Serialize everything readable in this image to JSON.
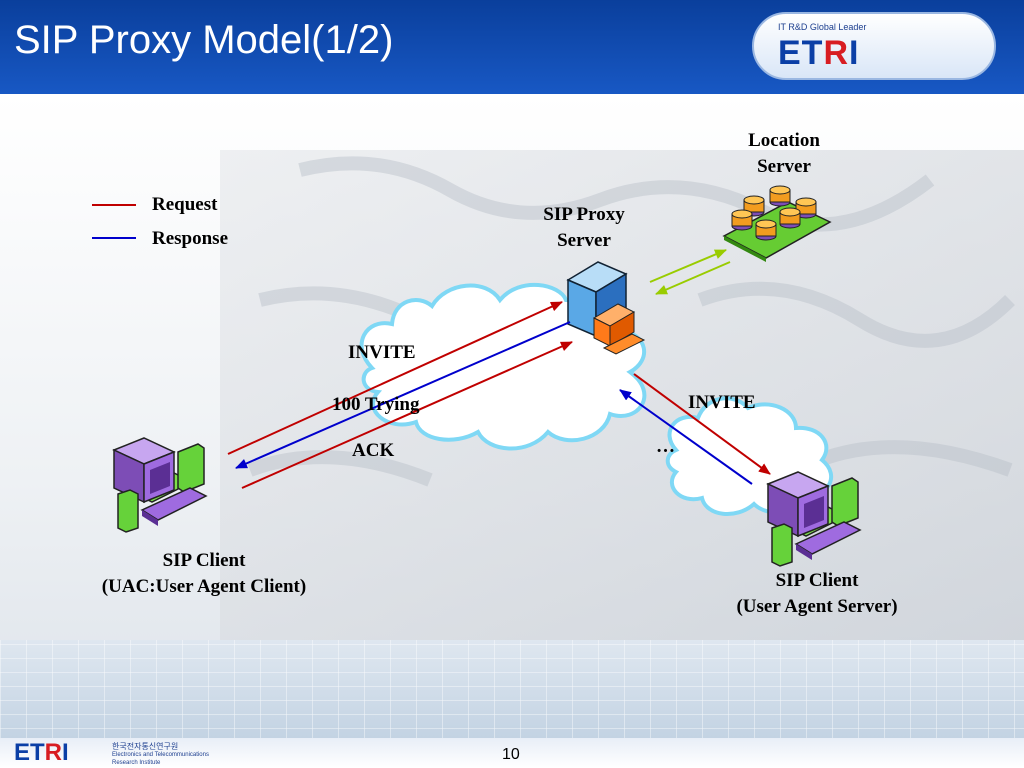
{
  "slide": {
    "title": "SIP Proxy Model(1/2)",
    "page_number": "10"
  },
  "brand": {
    "tagline": "IT R&D Global Leader",
    "logo_left": "ET",
    "logo_accent": "R",
    "logo_right": "I",
    "footer_org_lines": [
      "한국전자통신연구원",
      "Electronics and Telecommunications",
      "Research Institute"
    ]
  },
  "legend": {
    "request_label": "Request",
    "response_label": "Response",
    "request_color": "#c00000",
    "response_color": "#0000cc"
  },
  "nodes": {
    "location_server": "Location\nServer",
    "proxy_server": "SIP Proxy\nServer",
    "client_uac": "SIP Client\n(UAC:User Agent Client)",
    "client_uas": "SIP Client\n(User Agent Server)"
  },
  "messages": {
    "invite_left": "INVITE",
    "trying": "100 Trying",
    "ack": "ACK",
    "invite_right": "INVITE",
    "ellipsis": "…"
  },
  "colors": {
    "header": "#0a3f9c",
    "location_link": "#99cc00",
    "cloud_outline": "#7fd8f5"
  }
}
